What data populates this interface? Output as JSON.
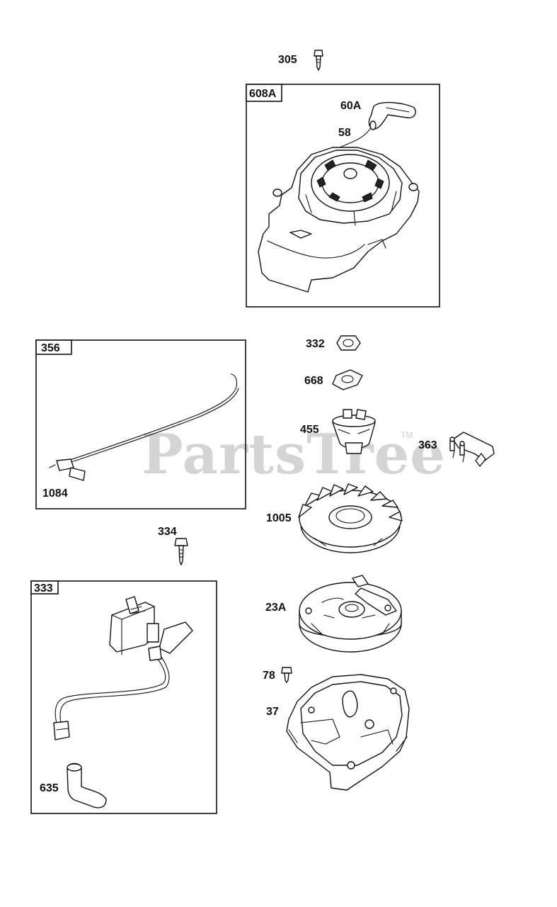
{
  "watermark": {
    "text": "PartsTree",
    "trademark": "TM"
  },
  "boxes": {
    "recoil_starter": {
      "id": "608A"
    },
    "wire_assembly": {
      "id": "356"
    },
    "armature_assembly": {
      "id": "333"
    }
  },
  "callouts": {
    "p305": "305",
    "p60a": "60A",
    "p58": "58",
    "p332": "332",
    "p668": "668",
    "p455": "455",
    "p363": "363",
    "p1084": "1084",
    "p1005": "1005",
    "p334": "334",
    "p23a": "23A",
    "p78": "78",
    "p37": "37",
    "p635": "635"
  },
  "colors": {
    "ink": "#111111",
    "watermark": "#d4d4d4",
    "background": "#ffffff"
  }
}
